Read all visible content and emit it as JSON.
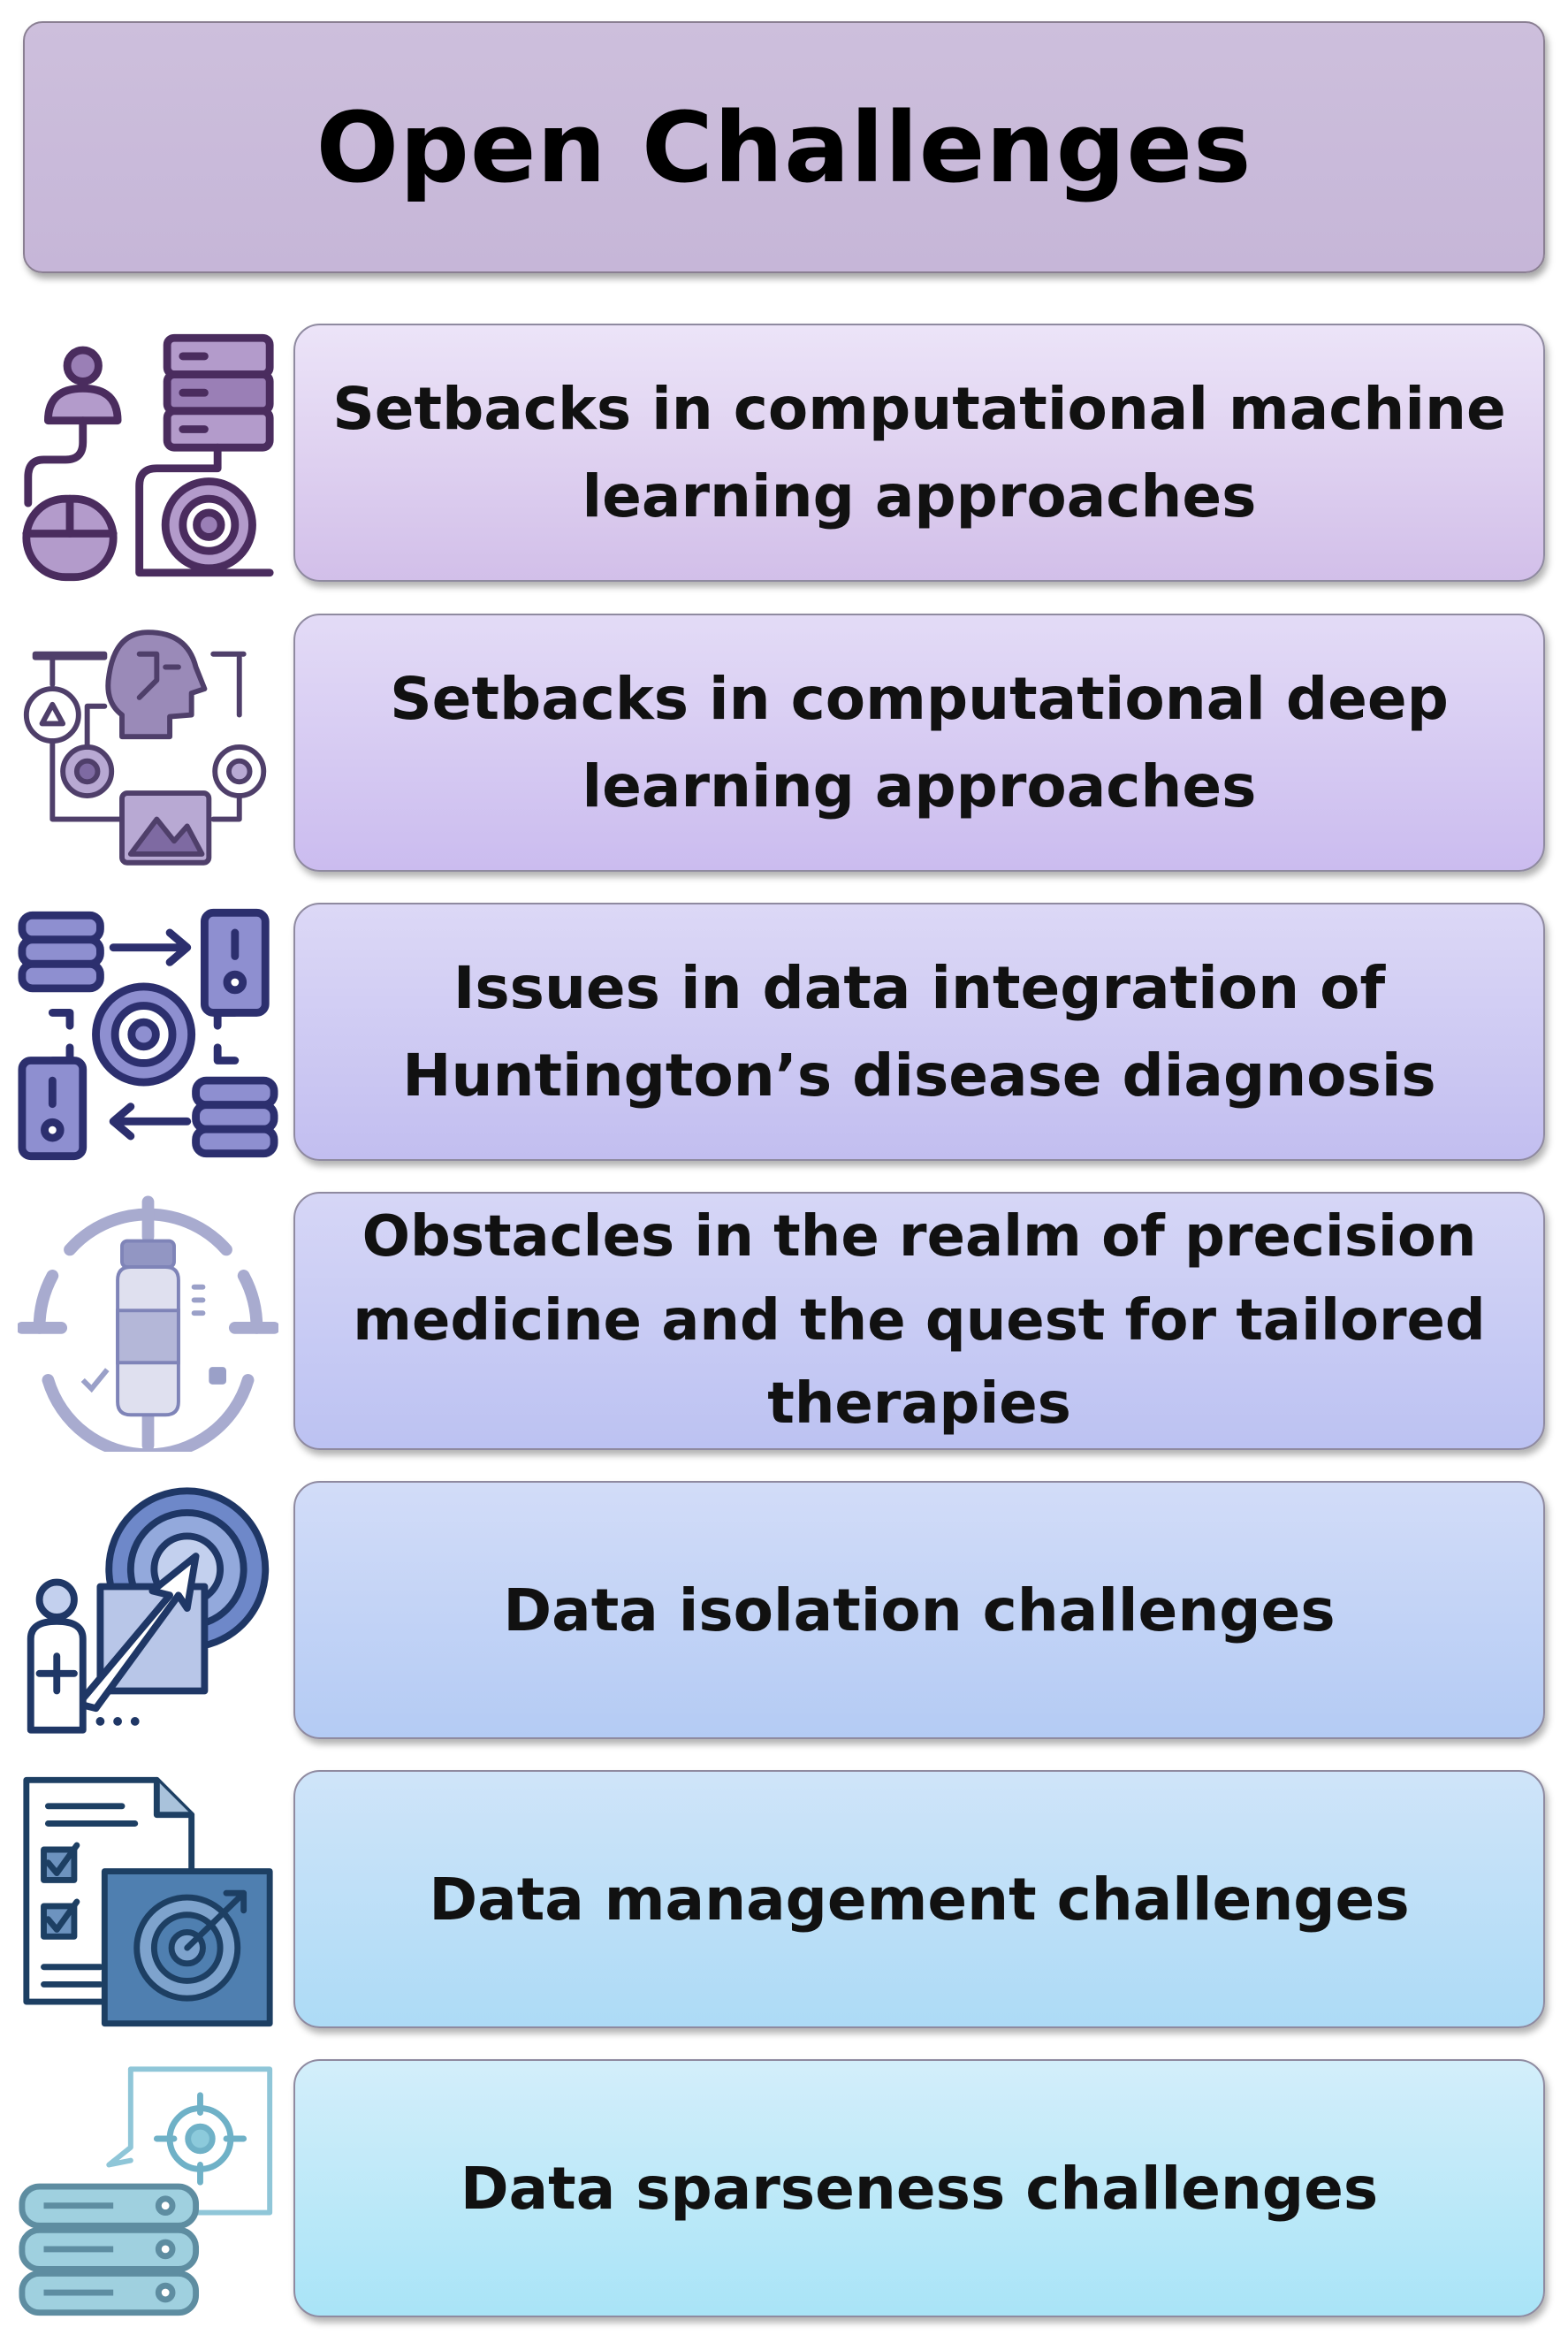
{
  "header": {
    "title": "Open Challenges"
  },
  "challenges": [
    {
      "label": "Setbacks in computational machine learning approaches",
      "icon": "user-computer-server-gear-icon",
      "gradient": [
        "#ece4f8",
        "#d2bfe9"
      ]
    },
    {
      "label": "Setbacks in computational deep learning approaches",
      "icon": "ai-head-cycle-icon",
      "gradient": [
        "#e3dbf6",
        "#cbbcef"
      ]
    },
    {
      "label": "Issues in data integration of Huntington’s disease diagnosis",
      "icon": "data-integration-gear-icon",
      "gradient": [
        "#dcd8f6",
        "#c2bef0"
      ]
    },
    {
      "label": "Obstacles in the realm of precision medicine and the quest for tailored therapies",
      "icon": "medicine-vial-target-icon",
      "gradient": [
        "#d6d6f6",
        "#bcc2f2"
      ]
    },
    {
      "label": "Data isolation challenges",
      "icon": "doctor-target-arrow-icon",
      "gradient": [
        "#d2dcf8",
        "#b4cbf4"
      ]
    },
    {
      "label": "Data management challenges",
      "icon": "checklist-target-icon",
      "gradient": [
        "#cfe4f9",
        "#addbf6"
      ]
    },
    {
      "label": "Data sparseness challenges",
      "icon": "server-crosshair-icon",
      "gradient": [
        "#d3eefa",
        "#a9e4f7"
      ]
    }
  ]
}
